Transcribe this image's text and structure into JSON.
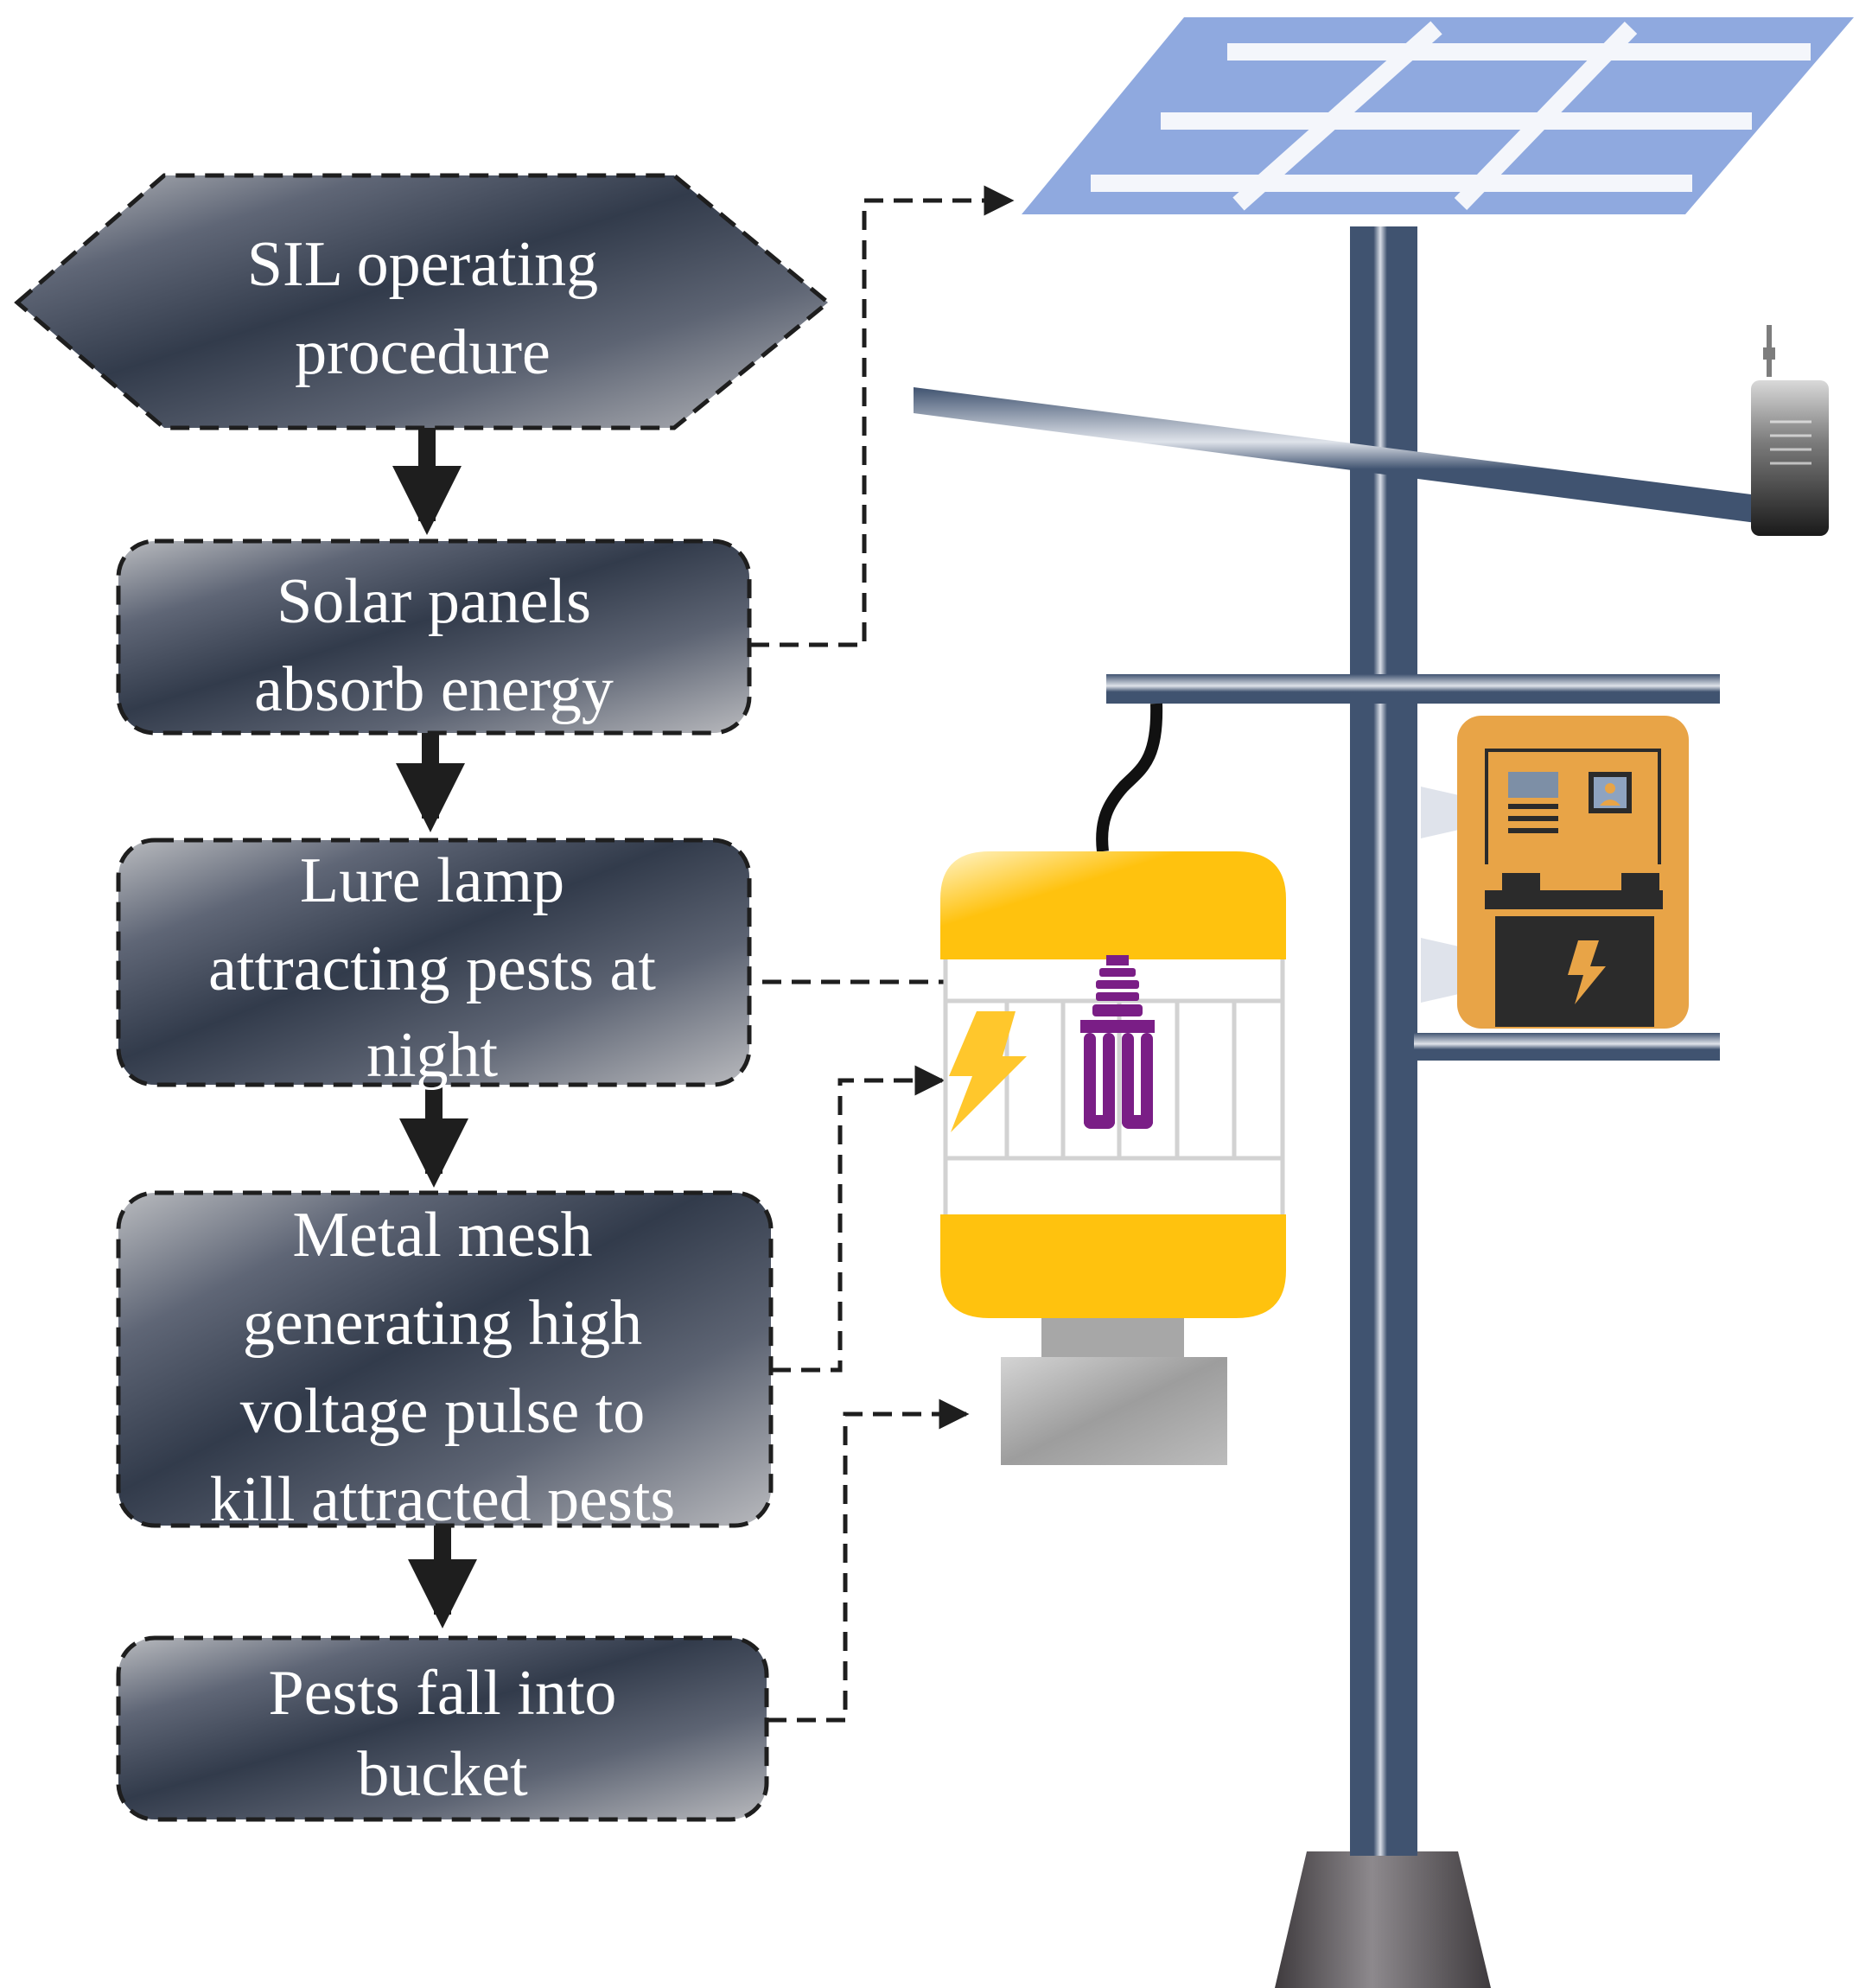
{
  "flowchart": {
    "start": {
      "lines": [
        "SIL operating",
        "procedure"
      ]
    },
    "steps": [
      {
        "id": "solar",
        "lines": [
          "Solar panels",
          "absorb energy"
        ]
      },
      {
        "id": "lure",
        "lines": [
          "Lure lamp",
          "attracting pests at",
          "night"
        ]
      },
      {
        "id": "mesh",
        "lines": [
          "Metal mesh",
          "generating high",
          "voltage pulse to",
          "kill attracted pests"
        ]
      },
      {
        "id": "bucket",
        "lines": [
          "Pests fall into",
          "bucket"
        ]
      }
    ]
  },
  "illustration": {
    "components": [
      "solar-panel",
      "pole",
      "crossbar",
      "radio-transmitter",
      "lure-lamp",
      "uv-bulb",
      "lightning-icon",
      "collection-bucket",
      "controller-box",
      "battery-icon"
    ]
  },
  "colors": {
    "node_dark": "#3e4656",
    "node_light": "#a9abb0",
    "pole": "#435672",
    "lamp_yellow": "#ffc20e",
    "controller_orange": "#e8a447",
    "solar_blue": "#8ea9e0",
    "bulb_purple": "#7a1e86"
  }
}
